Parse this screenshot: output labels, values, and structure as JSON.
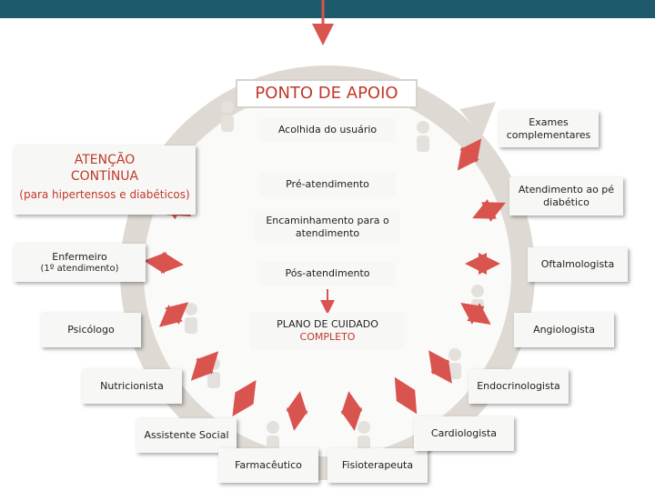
{
  "title": "PONTO DE APOIO",
  "center_items": {
    "acolhida": "Acolhida do usuário",
    "pre_atendimento": "Pré-atendimento",
    "encaminhamento": "Encaminhamento para o atendimento",
    "pos_atendimento": "Pós-atendimento",
    "plano_line1": "PLANO DE CUIDADO",
    "plano_line2": "COMPLETO"
  },
  "left": {
    "atencao_line1": "ATENÇÃO",
    "atencao_line2": "CONTÍNUA",
    "atencao_sub": "(para hipertensos e diabéticos)",
    "enfermeiro": "Enfermeiro",
    "enfermeiro_sub": "(1º atendimento)",
    "psicologo": "Psicólogo",
    "nutricionista": "Nutricionista",
    "assistente_social": "Assistente Social"
  },
  "bottom": {
    "farmaceutico": "Farmacêutico",
    "fisioterapeuta": "Fisioterapeuta"
  },
  "right": {
    "exames": "Exames complementares",
    "atendimento_pe": "Atendimento ao pé diabético",
    "oftalmologista": "Oftalmologista",
    "angiologista": "Angiologista",
    "endocrinologista": "Endocrinologista",
    "cardiologista": "Cardiologista"
  },
  "colors": {
    "topbar": "#1e5a6b",
    "accent_red": "#c0392b",
    "arrow_red": "#d9534f",
    "ring": "#dedad3"
  }
}
